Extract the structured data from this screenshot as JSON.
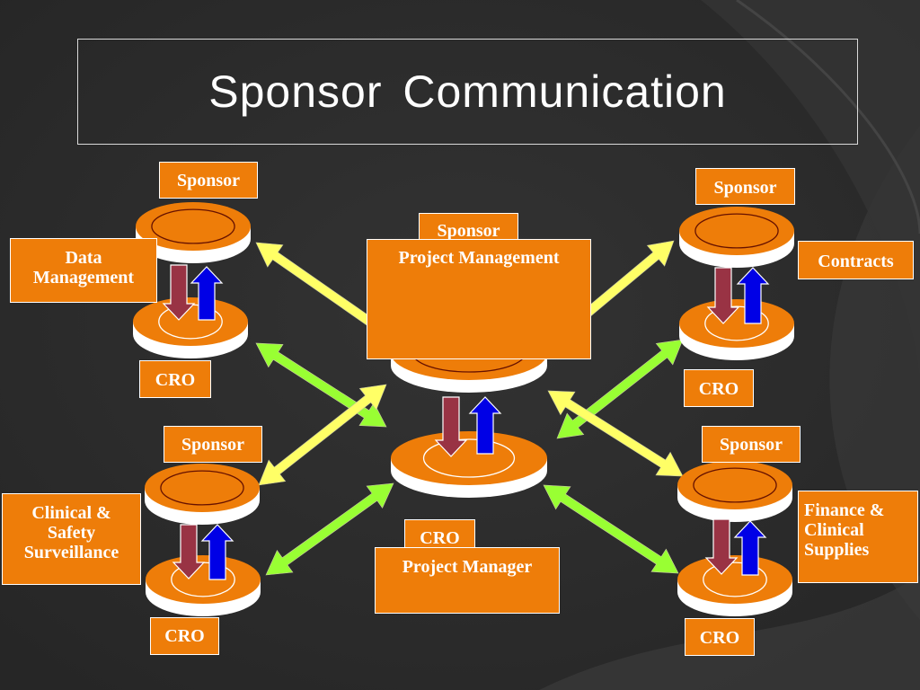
{
  "title": "Sponsor  Communication",
  "colors": {
    "background": "#2b2b2b",
    "orange": "#ee7d09",
    "arrow_yellow": "#ffff66",
    "arrow_green": "#99ff33",
    "arrow_blue": "#0000e6",
    "arrow_red": "#993344"
  },
  "labels": {
    "tl_sponsor": "Sponsor",
    "tl_side": "Data\nManagement",
    "tl_cro": "CRO",
    "tr_sponsor": "Sponsor",
    "tr_side": "Contracts",
    "tr_cro": "CRO",
    "bl_sponsor": "Sponsor",
    "bl_side": "Clinical &\nSafety\nSurveillance",
    "bl_cro": "CRO",
    "br_sponsor": "Sponsor",
    "br_side": "Finance &\nClinical\nSupplies",
    "br_cro": "CRO",
    "center_sponsor": "Sponsor",
    "center_pm": "Project Management",
    "center_cro": "CRO",
    "center_manager": "Project Manager"
  }
}
